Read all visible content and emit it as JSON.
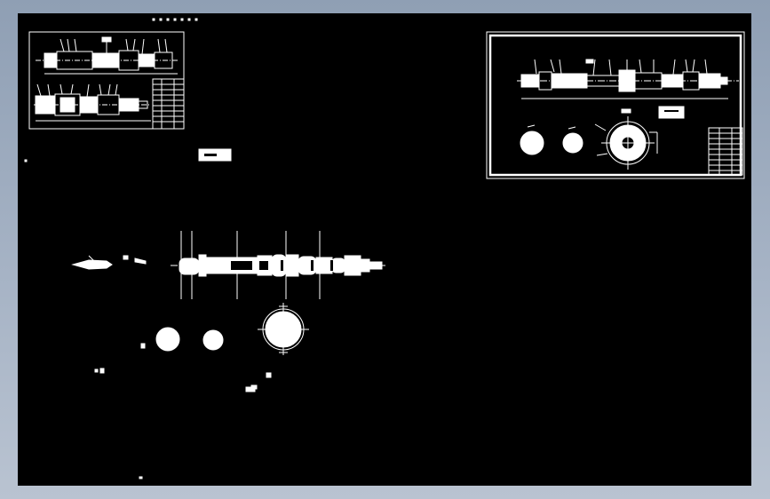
{
  "viewport": {
    "background_top": "#8f9fb4",
    "background_bottom": "#b9c3d1",
    "canvas_color": "#000000",
    "line_color": "#ffffff"
  },
  "drawings": [
    {
      "id": "sheet-top-left",
      "kind": "assembly-drawing-sheet",
      "views": [
        "shaft-assembly-elevation",
        "shaft-assembly-section",
        "title-block-table"
      ]
    },
    {
      "id": "sheet-top-right",
      "kind": "part-drawing-sheet",
      "views": [
        "shaft-part-elevation",
        "section-circle-1",
        "section-circle-2",
        "gear-circle-with-dimensions",
        "note-block",
        "title-block-table"
      ]
    },
    {
      "id": "loose-geometry",
      "kind": "unplaced-entities",
      "views": [
        "shaft-elevation",
        "small-fragment-left",
        "section-circle-1",
        "section-circle-2",
        "large-circle-with-centerlines",
        "scattered-fragments"
      ]
    }
  ]
}
